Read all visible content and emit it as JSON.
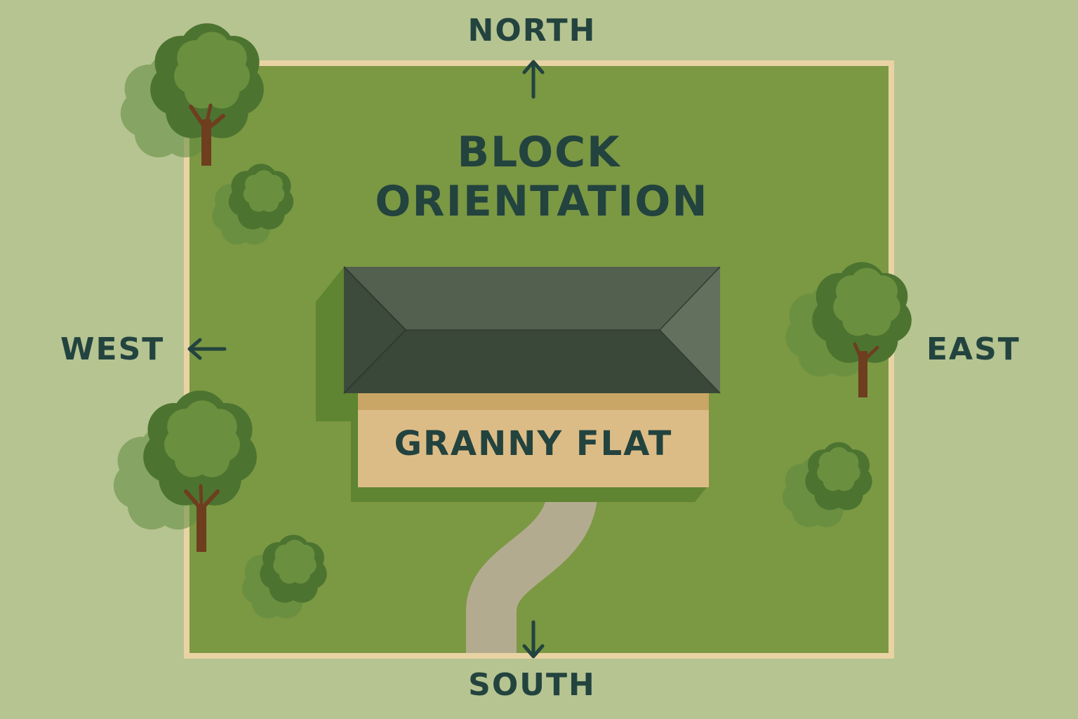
{
  "title": {
    "line1": "BLOCK",
    "line2": "ORIENTATION"
  },
  "compass": {
    "north": "NORTH",
    "south": "SOUTH",
    "east": "EAST",
    "west": "WEST"
  },
  "building": {
    "label": "GRANNY FLAT"
  },
  "colors": {
    "background": "#b6c491",
    "lawn": "#7b9843",
    "boundary": "#e9d3a4",
    "roof_dark": "#3d4b3d",
    "roof_mid": "#535f4f",
    "roof_light": "#63705d",
    "wall": "#dcbc86",
    "wall_shade": "#c9a566",
    "path": "#b3ab8f",
    "text": "#23433f",
    "tree_dark": "#4c7430",
    "tree_light": "#6a8f3e",
    "trunk": "#6e3e1f"
  },
  "trees": [
    {
      "id": "tree-nw",
      "type": "tree"
    },
    {
      "id": "bush-nw",
      "type": "bush"
    },
    {
      "id": "tree-sw",
      "type": "tree"
    },
    {
      "id": "bush-sw",
      "type": "bush"
    },
    {
      "id": "tree-e",
      "type": "tree"
    },
    {
      "id": "bush-e",
      "type": "bush"
    }
  ]
}
